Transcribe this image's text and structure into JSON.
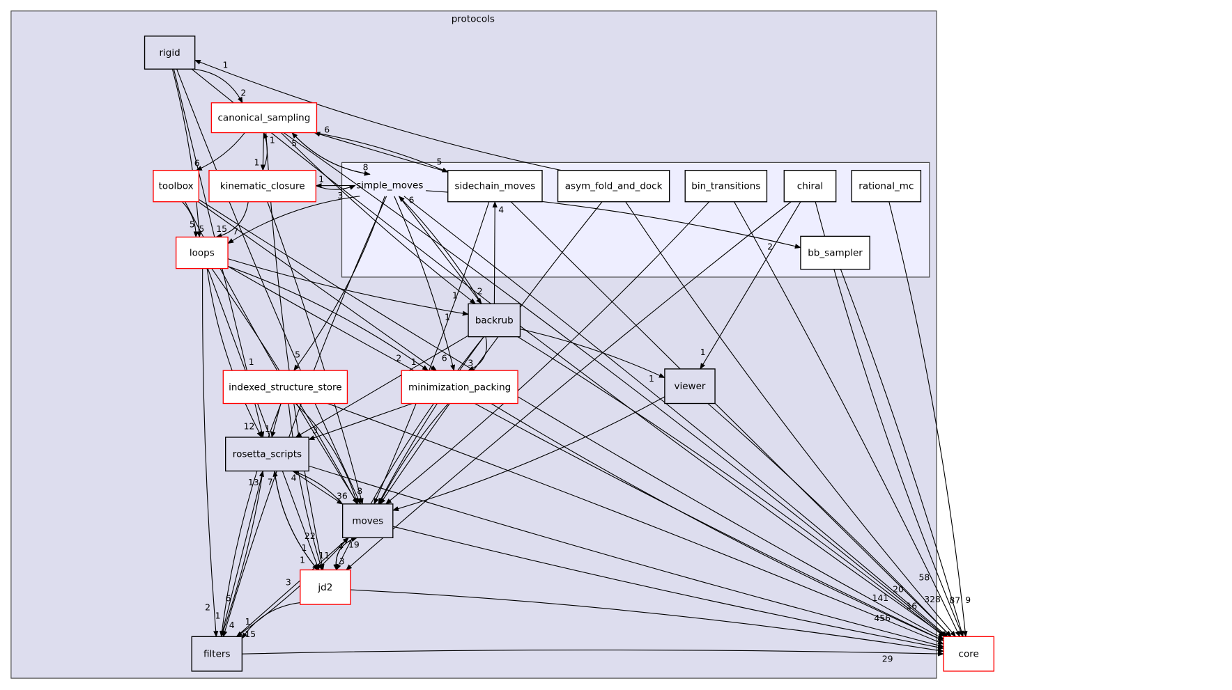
{
  "clusters": {
    "outer": {
      "label": "protocols",
      "fill": "#ddddee"
    },
    "inner": {
      "label": "simple_moves",
      "fill": "#eeeeff"
    }
  },
  "colors": {
    "highlight_border": "#ff0000",
    "normal_border": "#404040",
    "grey_node": "#ddddee",
    "white_node": "#ffffff"
  },
  "nodes": [
    {
      "id": "rigid",
      "label": "rigid",
      "red": false,
      "grey": true
    },
    {
      "id": "canonical_sampling",
      "label": "canonical_sampling",
      "red": true,
      "grey": false
    },
    {
      "id": "toolbox",
      "label": "toolbox",
      "red": true,
      "grey": false
    },
    {
      "id": "kinematic_closure",
      "label": "kinematic_closure",
      "red": true,
      "grey": false
    },
    {
      "id": "sidechain_moves",
      "label": "sidechain_moves",
      "red": false,
      "grey": false
    },
    {
      "id": "asym_fold_and_dock",
      "label": "asym_fold_and_dock",
      "red": false,
      "grey": false
    },
    {
      "id": "bin_transitions",
      "label": "bin_transitions",
      "red": false,
      "grey": false
    },
    {
      "id": "chiral",
      "label": "chiral",
      "red": false,
      "grey": false
    },
    {
      "id": "rational_mc",
      "label": "rational_mc",
      "red": false,
      "grey": false
    },
    {
      "id": "bb_sampler",
      "label": "bb_sampler",
      "red": false,
      "grey": false
    },
    {
      "id": "loops",
      "label": "loops",
      "red": true,
      "grey": false
    },
    {
      "id": "backrub",
      "label": "backrub",
      "red": false,
      "grey": true
    },
    {
      "id": "viewer",
      "label": "viewer",
      "red": false,
      "grey": true
    },
    {
      "id": "indexed_structure_store",
      "label": "indexed_structure_store",
      "red": true,
      "grey": false
    },
    {
      "id": "minimization_packing",
      "label": "minimization_packing",
      "red": true,
      "grey": false
    },
    {
      "id": "rosetta_scripts",
      "label": "rosetta_scripts",
      "red": false,
      "grey": true
    },
    {
      "id": "moves",
      "label": "moves",
      "red": false,
      "grey": true
    },
    {
      "id": "jd2",
      "label": "jd2",
      "red": true,
      "grey": false
    },
    {
      "id": "filters",
      "label": "filters",
      "red": false,
      "grey": true
    },
    {
      "id": "core",
      "label": "core",
      "red": true,
      "grey": false
    }
  ],
  "edges": [
    {
      "from": "rigid",
      "to": "canonical_sampling",
      "count": "2"
    },
    {
      "from": "rigid",
      "to": "loops",
      "count": "5"
    },
    {
      "from": "rigid",
      "to": "rosetta_scripts",
      "count": "1"
    },
    {
      "from": "rigid",
      "to": "moves",
      "count": ""
    },
    {
      "from": "rigid",
      "to": "core",
      "count": "141"
    },
    {
      "from": "asym_fold_and_dock",
      "to": "rigid",
      "count": "1"
    },
    {
      "from": "canonical_sampling",
      "to": "toolbox",
      "count": "6"
    },
    {
      "from": "canonical_sampling",
      "to": "kinematic_closure",
      "count": "1"
    },
    {
      "from": "kinematic_closure",
      "to": "canonical_sampling",
      "count": "1"
    },
    {
      "from": "canonical_sampling",
      "to": "simple_moves",
      "count": "8"
    },
    {
      "from": "simple_moves",
      "to": "canonical_sampling",
      "count": "5"
    },
    {
      "from": "canonical_sampling",
      "to": "sidechain_moves",
      "count": "5"
    },
    {
      "from": "sidechain_moves",
      "to": "canonical_sampling",
      "count": "6"
    },
    {
      "from": "canonical_sampling",
      "to": "backrub",
      "count": "1"
    },
    {
      "from": "canonical_sampling",
      "to": "jd2",
      "count": "22"
    },
    {
      "from": "canonical_sampling",
      "to": "core",
      "count": "20"
    },
    {
      "from": "toolbox",
      "to": "loops",
      "count": "5"
    },
    {
      "from": "toolbox",
      "to": "minimization_packing",
      "count": "1"
    },
    {
      "from": "toolbox",
      "to": "moves",
      "count": ""
    },
    {
      "from": "toolbox",
      "to": "core",
      "count": ""
    },
    {
      "from": "kinematic_closure",
      "to": "loops",
      "count": "15"
    },
    {
      "from": "kinematic_closure",
      "to": "moves",
      "count": ""
    },
    {
      "from": "simple_moves",
      "to": "kinematic_closure",
      "count": "1"
    },
    {
      "from": "kinematic_closure",
      "to": "simple_moves",
      "count": "3"
    },
    {
      "from": "simple_moves",
      "to": "loops",
      "count": "7"
    },
    {
      "from": "simple_moves",
      "to": "indexed_structure_store",
      "count": "5"
    },
    {
      "from": "simple_moves",
      "to": "minimization_packing",
      "count": "6"
    },
    {
      "from": "simple_moves",
      "to": "backrub",
      "count": "2"
    },
    {
      "from": "backrub",
      "to": "simple_moves",
      "count": "6"
    },
    {
      "from": "simple_moves",
      "to": "filters",
      "count": "6"
    },
    {
      "from": "simple_moves",
      "to": "bb_sampler",
      "count": "2"
    },
    {
      "from": "simple_moves",
      "to": "core",
      "count": ""
    },
    {
      "from": "backrub",
      "to": "sidechain_moves",
      "count": "4"
    },
    {
      "from": "loops",
      "to": "backrub",
      "count": "1"
    },
    {
      "from": "loops",
      "to": "rosetta_scripts",
      "count": "12"
    },
    {
      "from": "loops",
      "to": "minimization_packing",
      "count": "2"
    },
    {
      "from": "loops",
      "to": "moves",
      "count": ""
    },
    {
      "from": "loops",
      "to": "jd2",
      "count": "1"
    },
    {
      "from": "loops",
      "to": "filters",
      "count": "2"
    },
    {
      "from": "loops",
      "to": "core",
      "count": "456"
    },
    {
      "from": "backrub",
      "to": "minimization_packing",
      "count": "3"
    },
    {
      "from": "backrub",
      "to": "viewer",
      "count": "1"
    },
    {
      "from": "backrub",
      "to": "rosetta_scripts",
      "count": ""
    },
    {
      "from": "backrub",
      "to": "moves",
      "count": ""
    },
    {
      "from": "backrub",
      "to": "jd2",
      "count": "4"
    },
    {
      "from": "backrub",
      "to": "core",
      "count": ""
    },
    {
      "from": "sidechain_moves",
      "to": "moves",
      "count": ""
    },
    {
      "from": "sidechain_moves",
      "to": "core",
      "count": "16"
    },
    {
      "from": "asym_fold_and_dock",
      "to": "moves",
      "count": ""
    },
    {
      "from": "asym_fold_and_dock",
      "to": "core",
      "count": "328"
    },
    {
      "from": "bin_transitions",
      "to": "moves",
      "count": ""
    },
    {
      "from": "bin_transitions",
      "to": "core",
      "count": "58"
    },
    {
      "from": "chiral",
      "to": "viewer",
      "count": "1"
    },
    {
      "from": "chiral",
      "to": "jd2",
      "count": ""
    },
    {
      "from": "chiral",
      "to": "core",
      "count": "87"
    },
    {
      "from": "rational_mc",
      "to": "core",
      "count": "9"
    },
    {
      "from": "bb_sampler",
      "to": "core",
      "count": ""
    },
    {
      "from": "indexed_structure_store",
      "to": "rosetta_scripts",
      "count": "1"
    },
    {
      "from": "indexed_structure_store",
      "to": "jd2",
      "count": "11"
    },
    {
      "from": "indexed_structure_store",
      "to": "filters",
      "count": "1"
    },
    {
      "from": "indexed_structure_store",
      "to": "moves",
      "count": "8"
    },
    {
      "from": "indexed_structure_store",
      "to": "core",
      "count": ""
    },
    {
      "from": "minimization_packing",
      "to": "rosetta_scripts",
      "count": "3"
    },
    {
      "from": "minimization_packing",
      "to": "moves",
      "count": ""
    },
    {
      "from": "minimization_packing",
      "to": "core",
      "count": ""
    },
    {
      "from": "viewer",
      "to": "moves",
      "count": ""
    },
    {
      "from": "viewer",
      "to": "core",
      "count": ""
    },
    {
      "from": "rosetta_scripts",
      "to": "moves",
      "count": "36"
    },
    {
      "from": "moves",
      "to": "rosetta_scripts",
      "count": "4"
    },
    {
      "from": "rosetta_scripts",
      "to": "jd2",
      "count": "1"
    },
    {
      "from": "jd2",
      "to": "rosetta_scripts",
      "count": "7"
    },
    {
      "from": "rosetta_scripts",
      "to": "filters",
      "count": "4"
    },
    {
      "from": "filters",
      "to": "rosetta_scripts",
      "count": "13"
    },
    {
      "from": "rosetta_scripts",
      "to": "core",
      "count": ""
    },
    {
      "from": "moves",
      "to": "jd2",
      "count": "3"
    },
    {
      "from": "jd2",
      "to": "moves",
      "count": "19"
    },
    {
      "from": "moves",
      "to": "filters",
      "count": "15"
    },
    {
      "from": "filters",
      "to": "moves",
      "count": "3"
    },
    {
      "from": "moves",
      "to": "core",
      "count": ""
    },
    {
      "from": "jd2",
      "to": "filters",
      "count": "1"
    },
    {
      "from": "jd2",
      "to": "core",
      "count": ""
    },
    {
      "from": "filters",
      "to": "core",
      "count": "29"
    }
  ]
}
